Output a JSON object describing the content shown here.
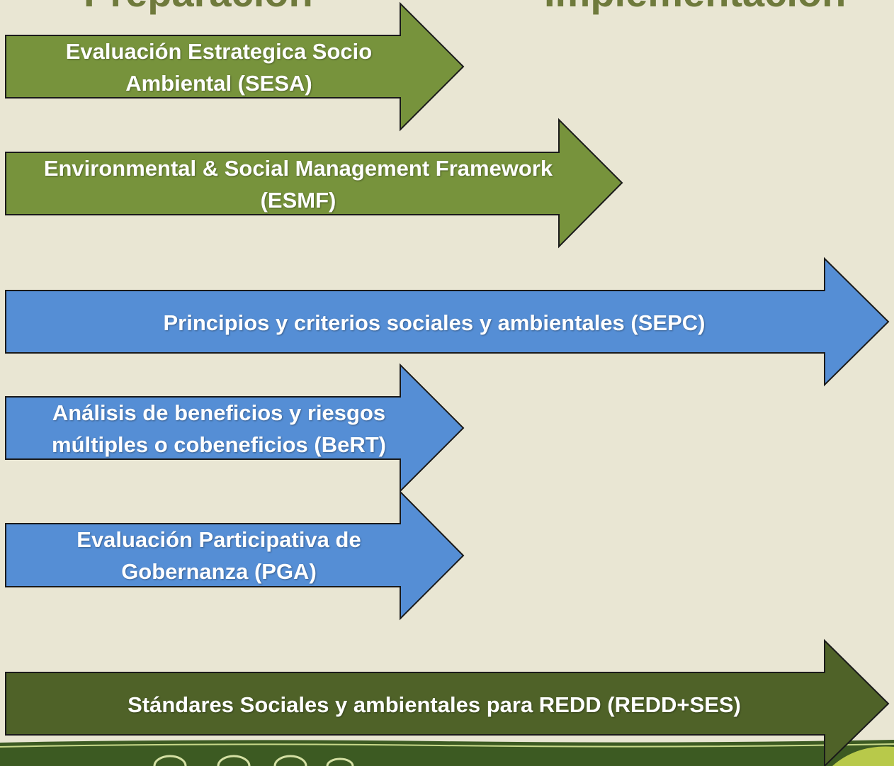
{
  "headings": {
    "preparation": "Preparación",
    "implementation": "Implementación"
  },
  "colors": {
    "background": "#e9e6d3",
    "heading": "#6f7a3c",
    "green_light": "#77933c",
    "green_dark": "#4f6228",
    "blue": "#558ed5",
    "outline": "#1a1a1a"
  },
  "arrows": [
    {
      "id": "sesa",
      "color": "green_light",
      "lines": [
        "Evaluación Estrategica Socio",
        "Ambiental (SESA)"
      ]
    },
    {
      "id": "esmf",
      "color": "green_light",
      "lines": [
        "Environmental & Social Management Framework",
        "(ESMF)"
      ]
    },
    {
      "id": "sepc",
      "color": "blue",
      "lines": [
        "Principios y criterios sociales y ambientales (SEPC)"
      ]
    },
    {
      "id": "bert",
      "color": "blue",
      "lines": [
        "Análisis de beneficios y riesgos",
        "múltiples o cobeneficios (BeRT)"
      ]
    },
    {
      "id": "pga",
      "color": "blue",
      "lines": [
        "Evaluación  Participativa de",
        "Gobernanza (PGA)"
      ]
    },
    {
      "id": "reddses",
      "color": "green_dark",
      "lines": [
        "Stándares Sociales y ambientales para REDD (REDD+SES)"
      ]
    }
  ]
}
